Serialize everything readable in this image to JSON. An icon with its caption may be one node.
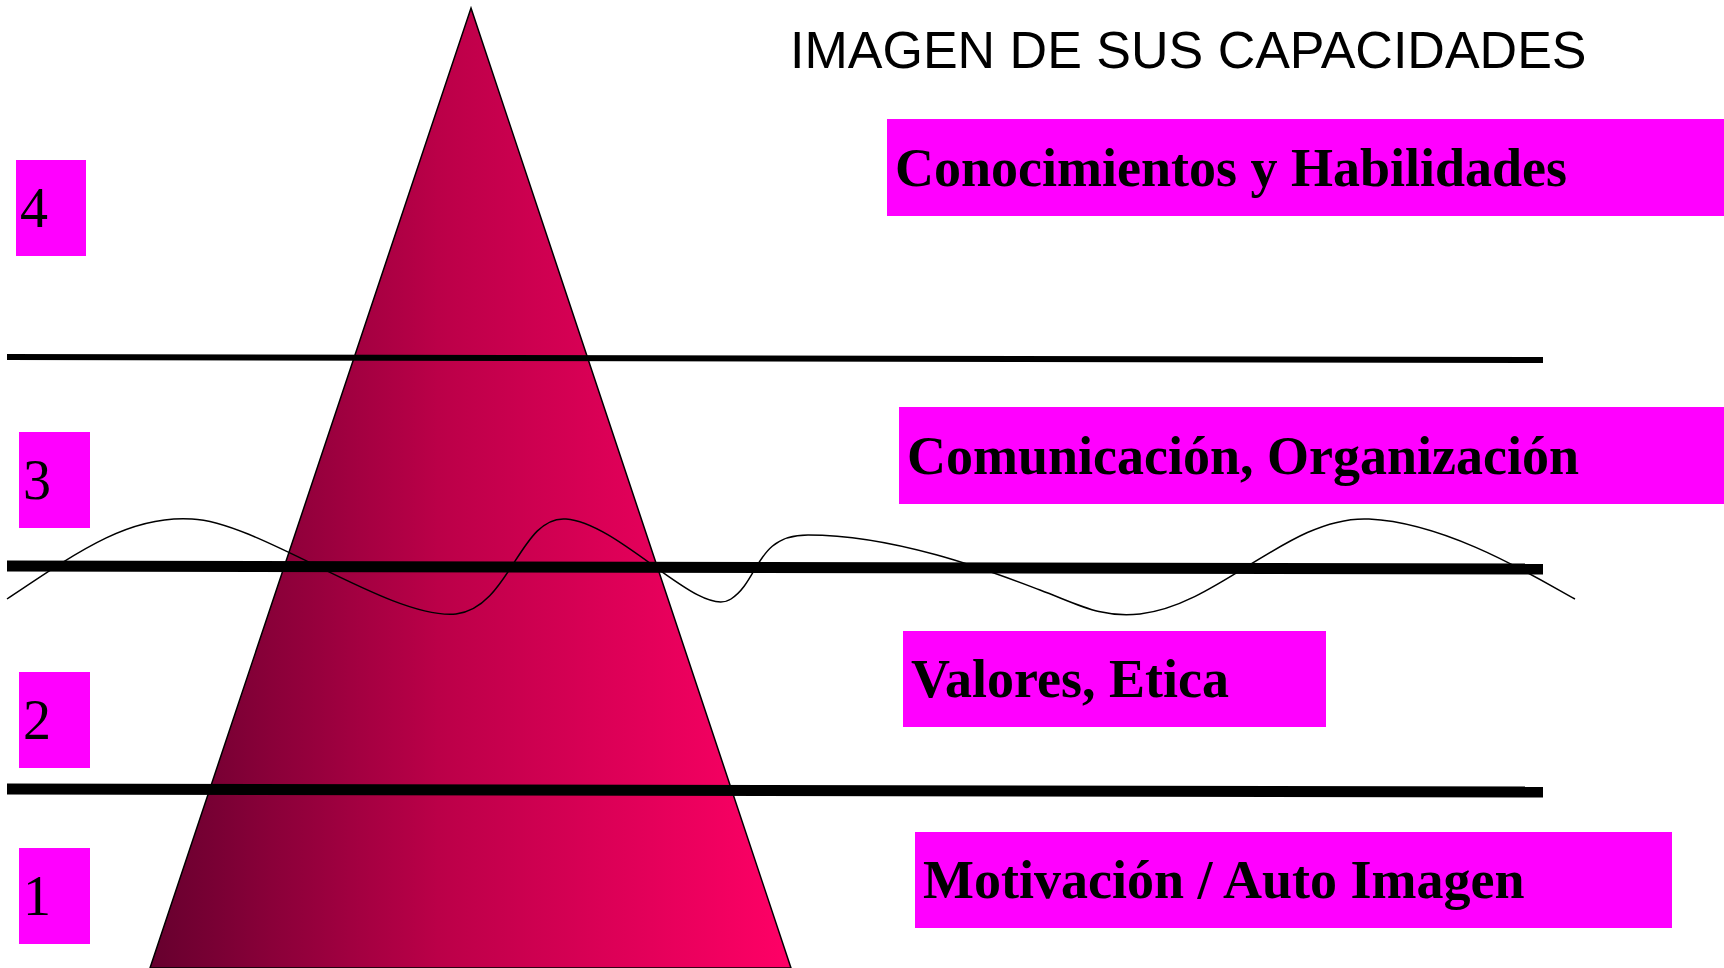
{
  "diagram": {
    "title": "IMAGEN DE SUS CAPACIDADES",
    "nodes": [
      {
        "text": [
          "4"
        ]
      },
      {
        "text": [
          "Conocimientos y Habilidades"
        ]
      },
      {
        "text": [
          "3"
        ]
      },
      {
        "text": [
          "Comunicación, Organización"
        ]
      },
      {
        "text": [
          "2"
        ]
      },
      {
        "text": [
          "Valores, Etica"
        ]
      },
      {
        "text": [
          "1"
        ]
      },
      {
        "text": [
          "Motivación / Auto Imagen"
        ]
      }
    ],
    "edges": []
  }
}
